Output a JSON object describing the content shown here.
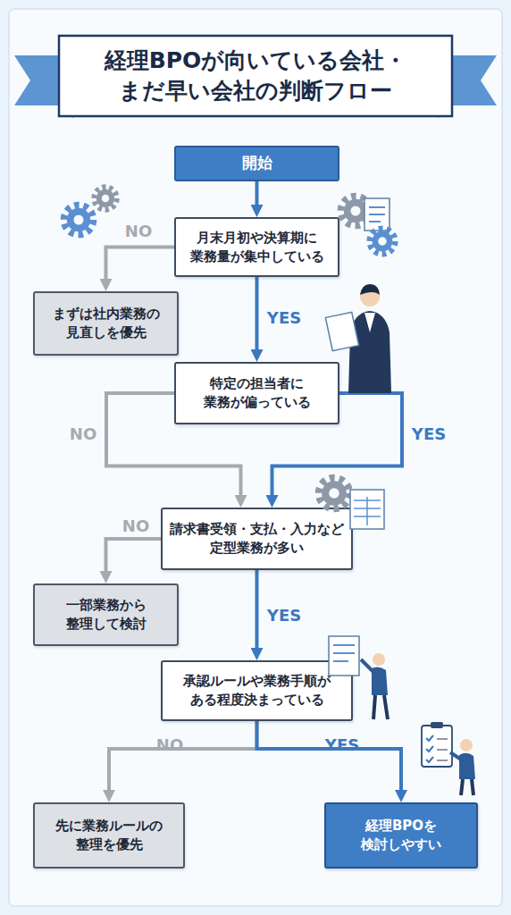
{
  "diagram": {
    "title": "経理BPOが向いている会社・ まだ早い会社の判断フロー",
    "nodes": [
      {
        "text": [
          "開始"
        ]
      },
      {
        "text": [
          "月末月初や決算期に 業務量が集中している"
        ]
      },
      {
        "text": [
          "まずは社内業務の 見直しを優先"
        ]
      },
      {
        "text": [
          "特定の担当者に 業務が偏っている"
        ]
      },
      {
        "text": [
          "請求書受領・支払・入力など 定型業務が多い"
        ]
      },
      {
        "text": [
          "一部業務から 整理して検討"
        ]
      },
      {
        "text": [
          "承認ルールや業務手順が ある程度決まっている"
        ]
      },
      {
        "text": [
          "先に業務ルールの 整理を優先"
        ]
      },
      {
        "text": [
          "経理BPOを 検討しやすい"
        ]
      }
    ],
    "edges": [
      {
        "from": 0,
        "to": 1,
        "arrow": "to"
      },
      {
        "from": 1,
        "to": 2,
        "label": "NO",
        "arrow": "to"
      },
      {
        "from": 1,
        "to": 3,
        "label": "YES",
        "arrow": "to"
      },
      {
        "from": 3,
        "to": 4,
        "label": "NO",
        "arrow": "to"
      },
      {
        "from": 3,
        "to": 4,
        "label": "YES",
        "arrow": "to"
      },
      {
        "from": 4,
        "to": 5,
        "label": "NO",
        "arrow": "to"
      },
      {
        "from": 4,
        "to": 6,
        "label": "YES",
        "arrow": "to"
      },
      {
        "from": 6,
        "to": 7,
        "label": "NO",
        "arrow": "to"
      },
      {
        "from": 6,
        "to": 8,
        "label": "YES",
        "arrow": "to"
      }
    ]
  }
}
